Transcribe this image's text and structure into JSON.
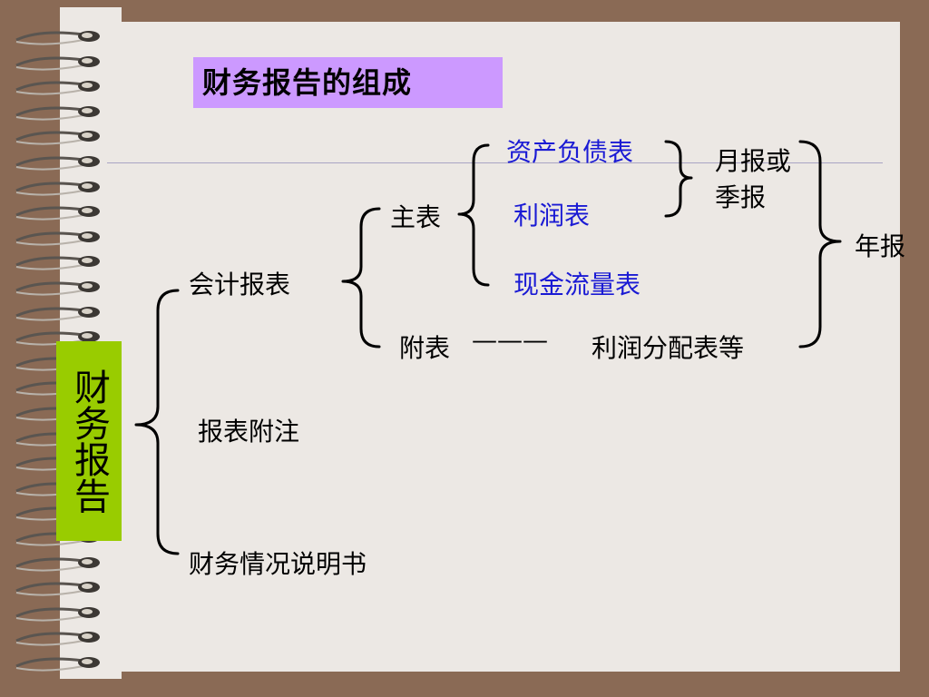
{
  "slide": {
    "title": "财务报告的组成",
    "root": "财务报告",
    "level1": {
      "accounting_statements": "会计报表",
      "statement_notes": "报表附注",
      "financial_explanation": "财务情况说明书"
    },
    "level2": {
      "main_statements": "主表",
      "supplementary": "附表",
      "supplementary_dash": "———",
      "supplementary_example": "利润分配表等"
    },
    "main_items": {
      "balance_sheet": "资产负债表",
      "income_statement": "利润表",
      "cash_flow": "现金流量表"
    },
    "periods": {
      "monthly_quarterly_line1": "月报或",
      "monthly_quarterly_line2": "季报",
      "annual": "年报"
    }
  },
  "colors": {
    "title_bg": "#cc99ff",
    "root_bg": "#99cc00",
    "highlight_text": "#1a1ad4",
    "paper": "#ece8e4",
    "frame": "#8a6a55"
  }
}
